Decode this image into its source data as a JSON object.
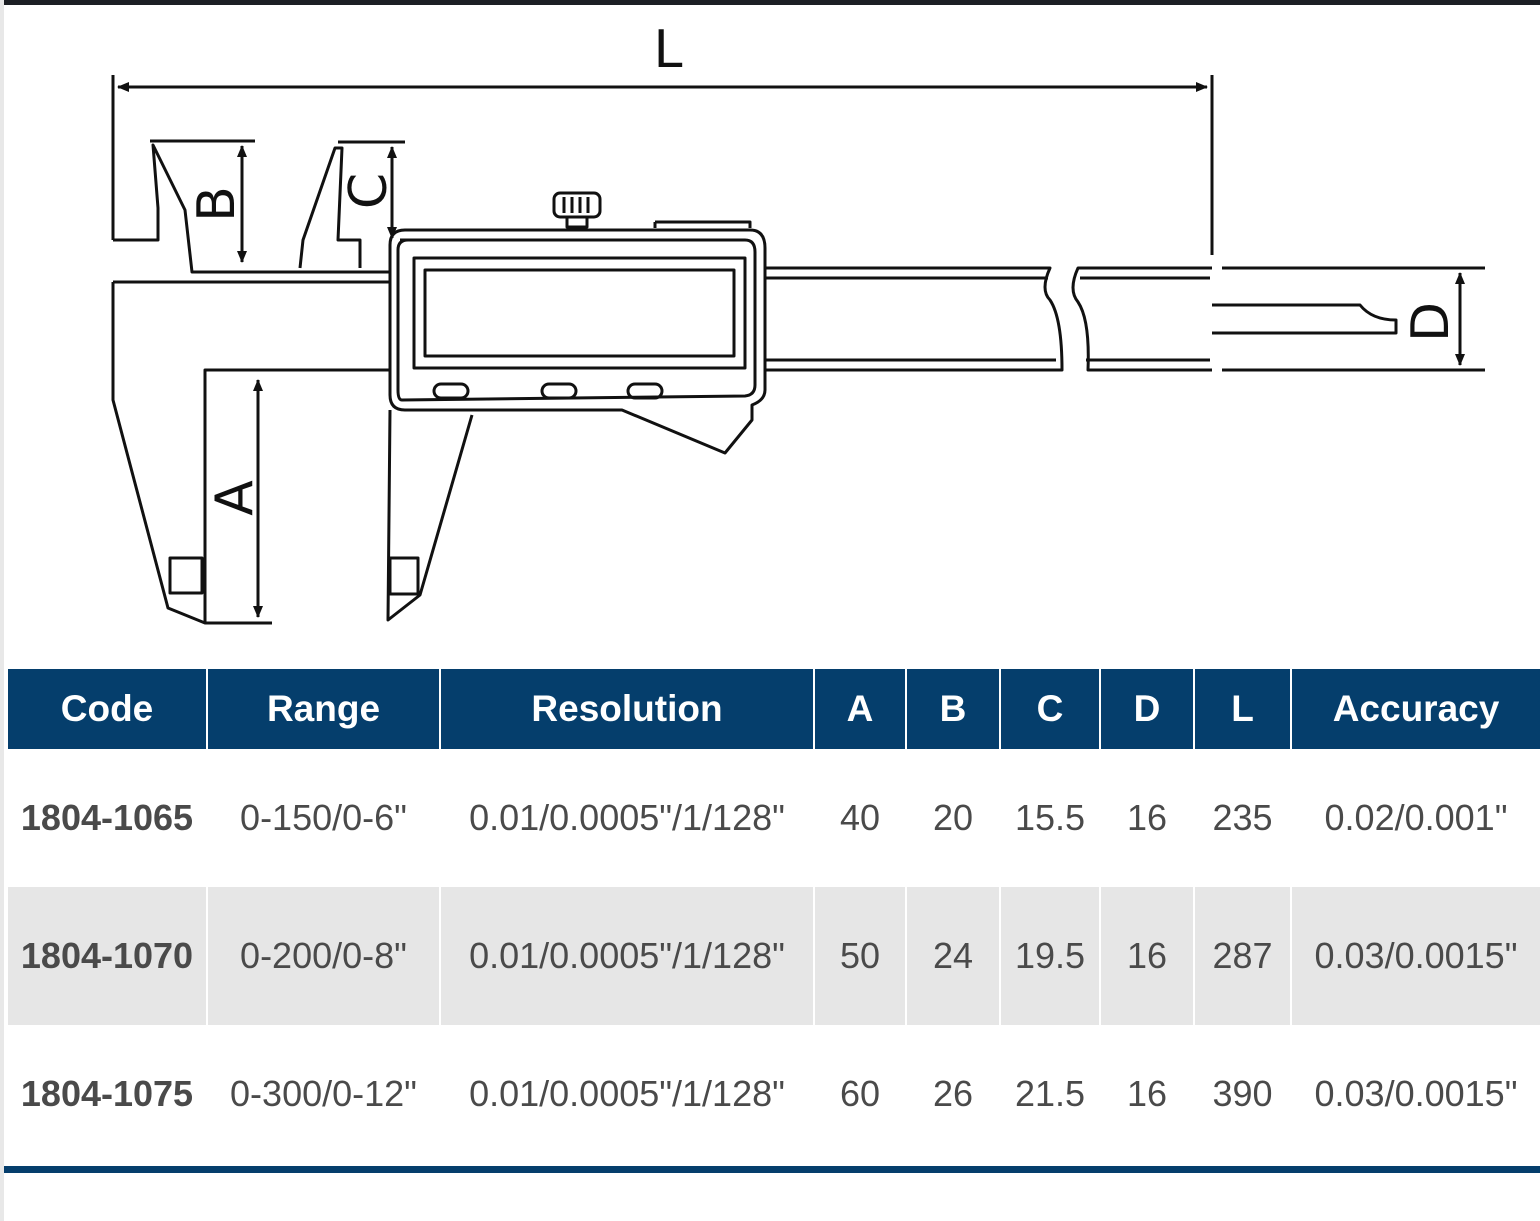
{
  "diagram": {
    "labels": {
      "L": "L",
      "B": "B",
      "C": "C",
      "D": "D",
      "A": "A"
    }
  },
  "table": {
    "headers": [
      "Code",
      "Range",
      "Resolution",
      "A",
      "B",
      "C",
      "D",
      "L",
      "Accuracy"
    ],
    "rows": [
      [
        "1804-1065",
        "0-150/0-6\"",
        "0.01/0.0005\"/1/128\"",
        "40",
        "20",
        "15.5",
        "16",
        "235",
        "0.02/0.001\""
      ],
      [
        "1804-1070",
        "0-200/0-8\"",
        "0.01/0.0005\"/1/128\"",
        "50",
        "24",
        "19.5",
        "16",
        "287",
        "0.03/0.0015\""
      ],
      [
        "1804-1075",
        "0-300/0-12\"",
        "0.01/0.0005\"/1/128\"",
        "60",
        "26",
        "21.5",
        "16",
        "390",
        "0.03/0.0015\""
      ]
    ]
  },
  "colors": {
    "header_bg": "#053e6c",
    "row_alt_bg": "#e6e6e6",
    "text": "#4a4a4a"
  }
}
